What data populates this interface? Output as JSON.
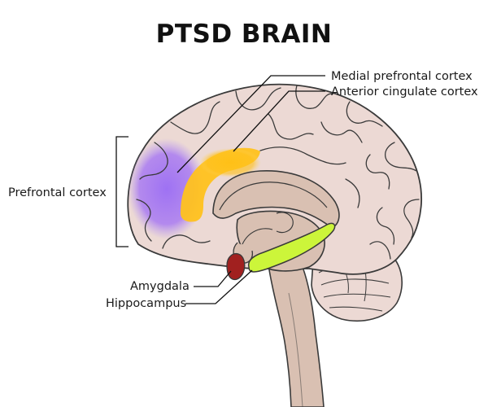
{
  "title": "PTSD BRAIN",
  "labels": {
    "medial_prefrontal_cortex": "Medial prefrontal cortex",
    "anterior_cingulate_cortex": "Anterior cingulate cortex",
    "prefrontal_cortex": "Prefrontal cortex",
    "amygdala": "Amygdala",
    "hippocampus": "Hippocampus"
  },
  "colors": {
    "brain_fill": "#ecd9d4",
    "inner_fill": "#d9c0b2",
    "outline": "#3a3a3a",
    "prefrontal_highlight": "#a97bf2",
    "cingulate_highlight": "#ffc21e",
    "hippocampus": "#ccf53a",
    "amygdala": "#a1201f",
    "leader_line": "#111111"
  }
}
